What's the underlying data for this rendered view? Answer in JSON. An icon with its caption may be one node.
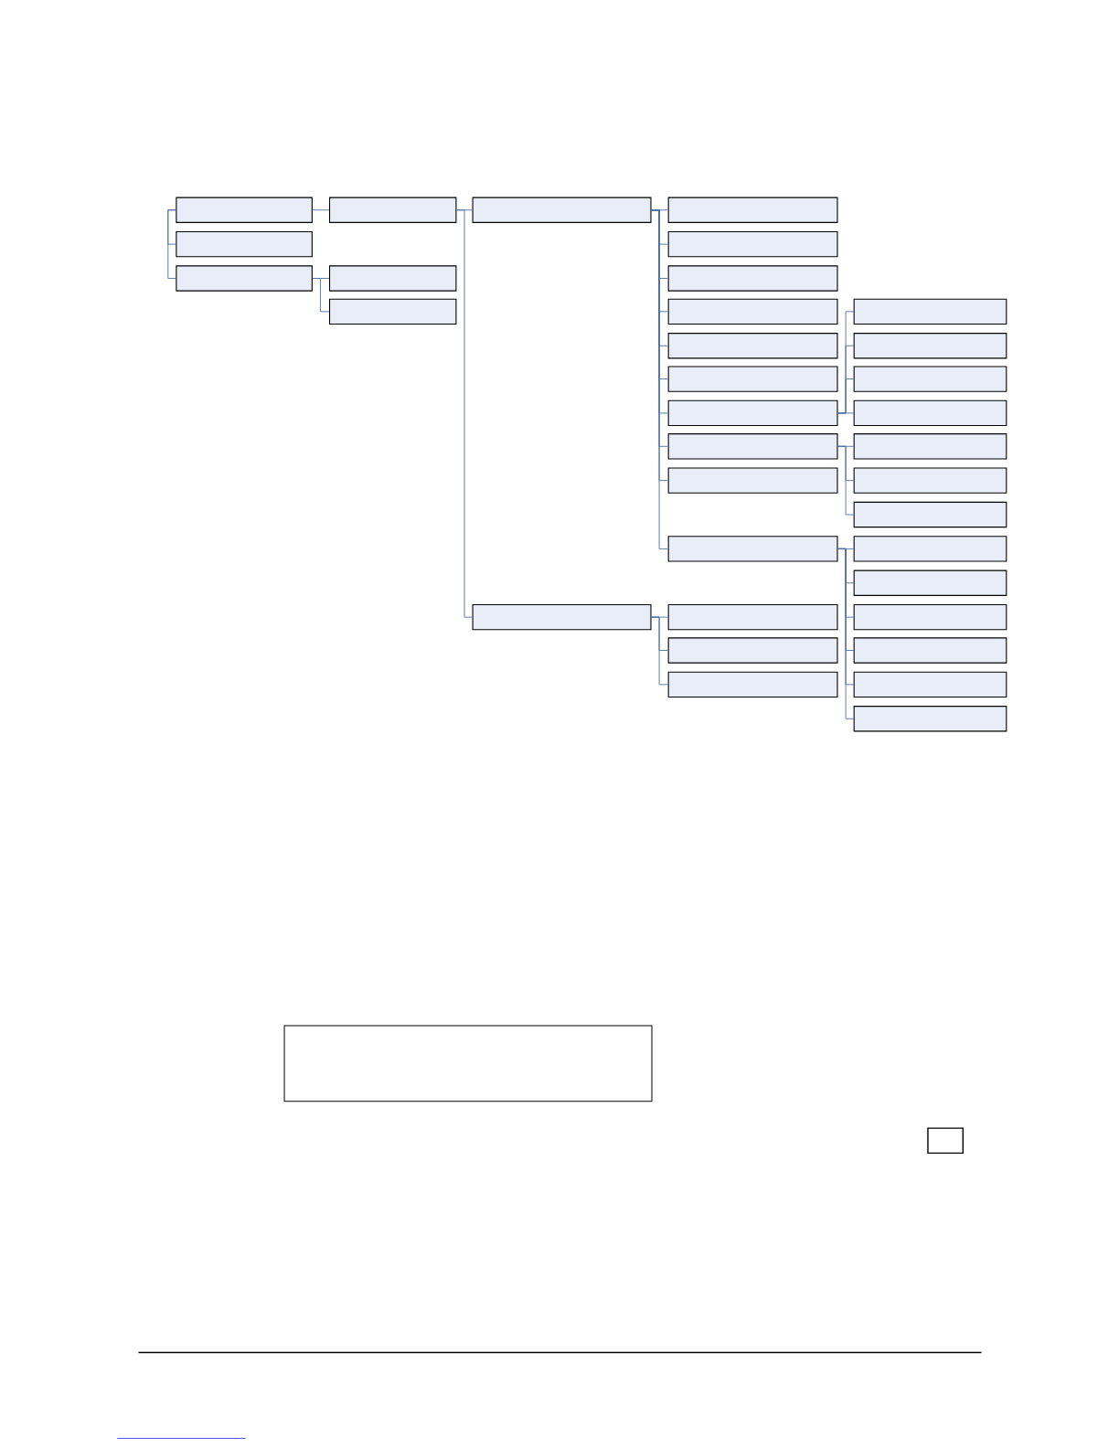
{
  "diagram": {
    "nodes": [
      {
        "text": [],
        "shape": "box"
      },
      {
        "text": [],
        "shape": "box"
      },
      {
        "text": [],
        "shape": "box"
      },
      {
        "text": [],
        "shape": "box"
      },
      {
        "text": [],
        "shape": "box"
      },
      {
        "text": [],
        "shape": "box"
      },
      {
        "text": [],
        "shape": "box"
      },
      {
        "text": [],
        "shape": "box"
      },
      {
        "text": [],
        "shape": "box"
      },
      {
        "text": [],
        "shape": "box"
      },
      {
        "text": [],
        "shape": "box"
      },
      {
        "text": [],
        "shape": "box"
      },
      {
        "text": [],
        "shape": "box"
      },
      {
        "text": [],
        "shape": "box"
      },
      {
        "text": [],
        "shape": "box"
      },
      {
        "text": [],
        "shape": "box"
      },
      {
        "text": [],
        "shape": "box"
      },
      {
        "text": [],
        "shape": "box"
      },
      {
        "text": [],
        "shape": "box"
      },
      {
        "text": [],
        "shape": "box"
      },
      {
        "text": [],
        "shape": "box"
      },
      {
        "text": [],
        "shape": "box"
      },
      {
        "text": [],
        "shape": "box"
      },
      {
        "text": [],
        "shape": "box"
      },
      {
        "text": [],
        "shape": "box"
      },
      {
        "text": [],
        "shape": "box"
      },
      {
        "text": [],
        "shape": "box"
      },
      {
        "text": [],
        "shape": "box"
      },
      {
        "text": [],
        "shape": "box"
      },
      {
        "text": [],
        "shape": "box"
      },
      {
        "text": [],
        "shape": "box"
      },
      {
        "text": [],
        "shape": "box"
      },
      {
        "text": [],
        "shape": "box"
      },
      {
        "text": [],
        "shape": "box"
      }
    ],
    "edges": [
      {
        "from": 0,
        "to": 1,
        "arrow": "none"
      },
      {
        "from": 0,
        "to": 2,
        "arrow": "none"
      },
      {
        "from": 0,
        "to": 3,
        "arrow": "none"
      },
      {
        "from": 2,
        "to": 4,
        "arrow": "none"
      },
      {
        "from": 2,
        "to": 5,
        "arrow": "none"
      },
      {
        "from": 3,
        "to": 6,
        "arrow": "none"
      },
      {
        "from": 3,
        "to": 7,
        "arrow": "none"
      },
      {
        "from": 6,
        "to": 8,
        "arrow": "none"
      },
      {
        "from": 6,
        "to": 9,
        "arrow": "none"
      },
      {
        "from": 6,
        "to": 10,
        "arrow": "none"
      },
      {
        "from": 6,
        "to": 11,
        "arrow": "none"
      },
      {
        "from": 6,
        "to": 12,
        "arrow": "none"
      },
      {
        "from": 6,
        "to": 13,
        "arrow": "none"
      },
      {
        "from": 6,
        "to": 14,
        "arrow": "none"
      },
      {
        "from": 6,
        "to": 15,
        "arrow": "none"
      },
      {
        "from": 6,
        "to": 16,
        "arrow": "none"
      },
      {
        "from": 6,
        "to": 17,
        "arrow": "none"
      },
      {
        "from": 7,
        "to": 18,
        "arrow": "none"
      },
      {
        "from": 7,
        "to": 19,
        "arrow": "none"
      },
      {
        "from": 7,
        "to": 20,
        "arrow": "none"
      },
      {
        "from": 14,
        "to": 21,
        "arrow": "none"
      },
      {
        "from": 14,
        "to": 22,
        "arrow": "none"
      },
      {
        "from": 14,
        "to": 23,
        "arrow": "none"
      },
      {
        "from": 14,
        "to": 24,
        "arrow": "none"
      },
      {
        "from": 15,
        "to": 25,
        "arrow": "none"
      },
      {
        "from": 15,
        "to": 26,
        "arrow": "none"
      },
      {
        "from": 15,
        "to": 27,
        "arrow": "none"
      },
      {
        "from": 17,
        "to": 28,
        "arrow": "none"
      },
      {
        "from": 17,
        "to": 29,
        "arrow": "none"
      },
      {
        "from": 17,
        "to": 30,
        "arrow": "none"
      },
      {
        "from": 17,
        "to": 31,
        "arrow": "none"
      },
      {
        "from": 17,
        "to": 32,
        "arrow": "none"
      },
      {
        "from": 17,
        "to": 33,
        "arrow": "none"
      }
    ]
  }
}
